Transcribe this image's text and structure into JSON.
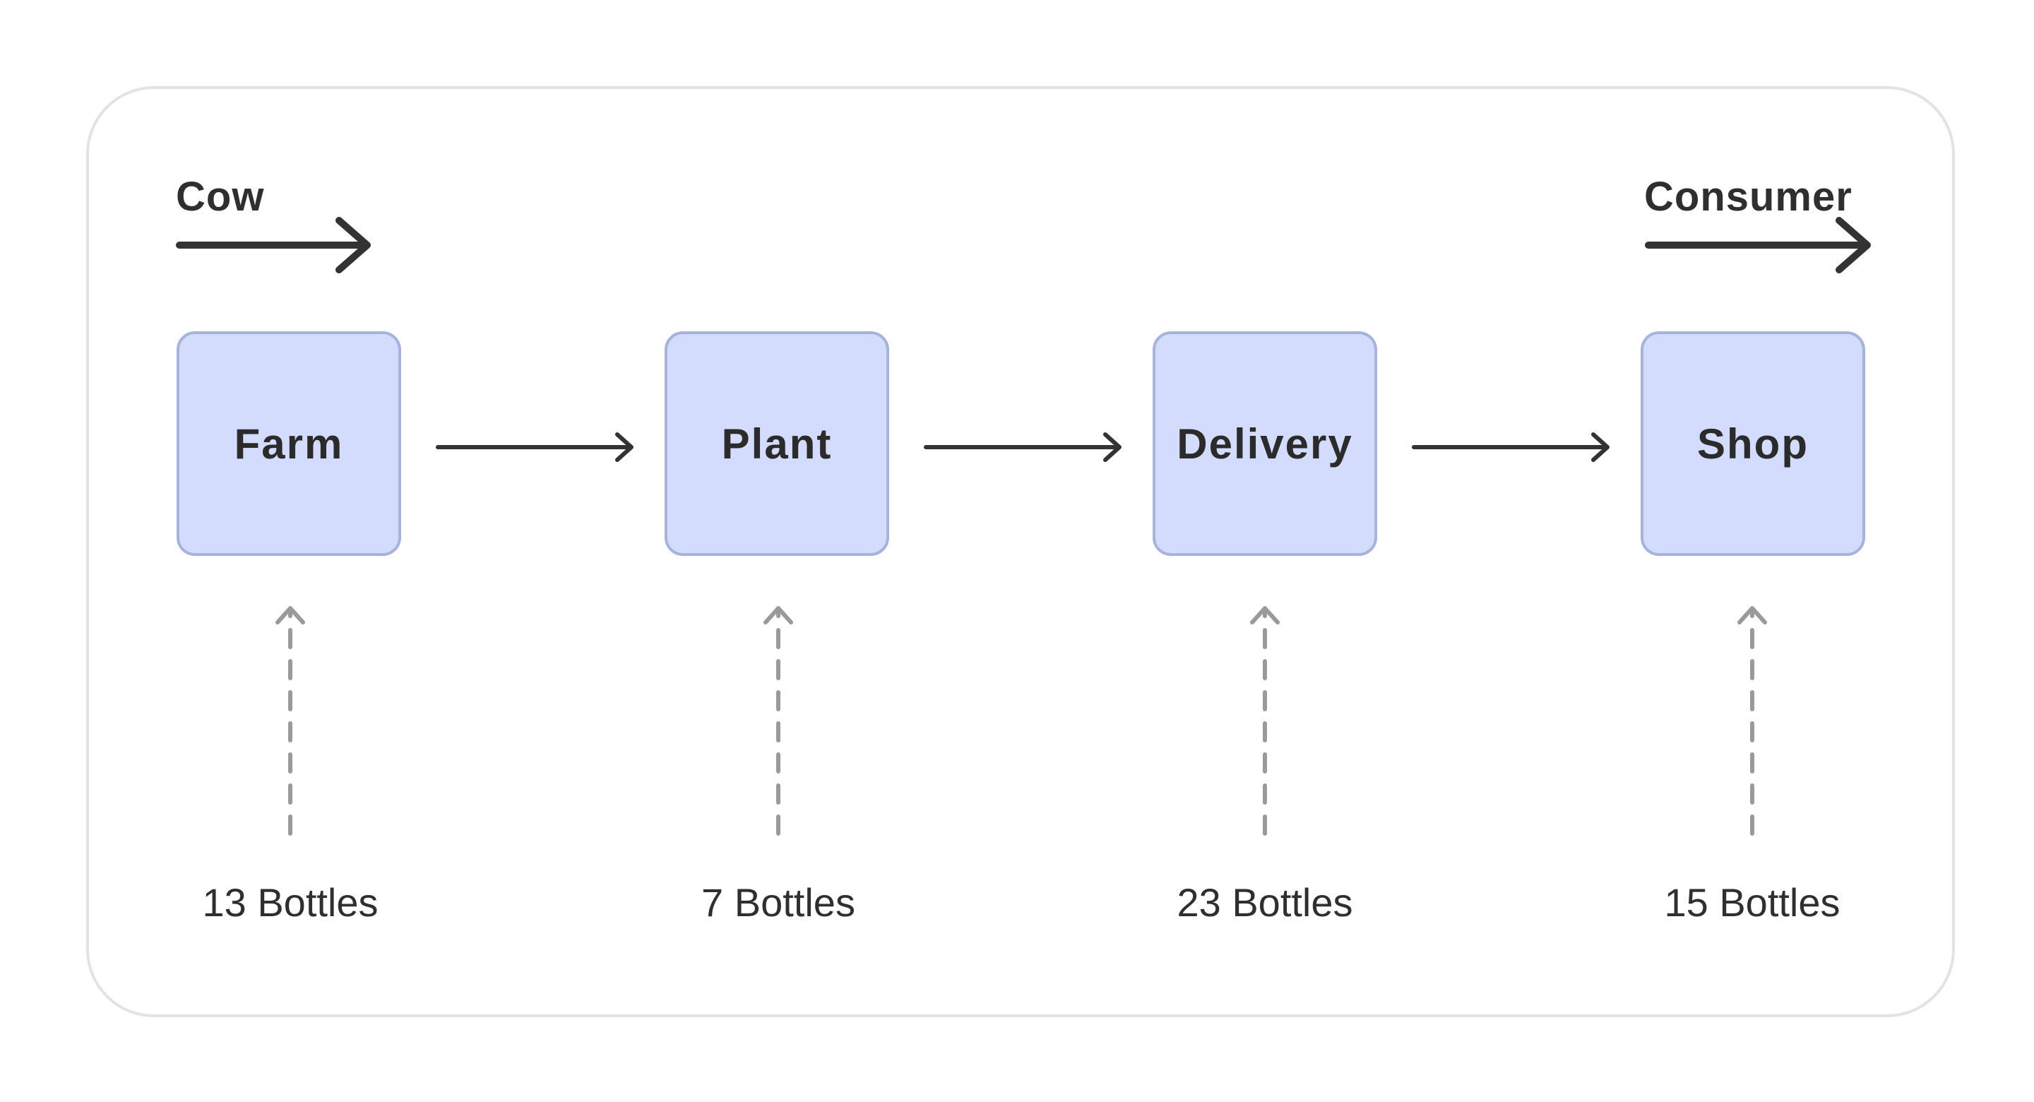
{
  "flow": {
    "start_label": "Cow",
    "end_label": "Consumer"
  },
  "stages": [
    {
      "label": "Farm",
      "count": "13 Bottles"
    },
    {
      "label": "Plant",
      "count": "7 Bottles"
    },
    {
      "label": "Delivery",
      "count": "23 Bottles"
    },
    {
      "label": "Shop",
      "count": "15 Bottles"
    }
  ],
  "colors": {
    "box_fill": "#d3dcfd",
    "box_border": "#a8b3dc",
    "arrow": "#333333",
    "dashed_arrow": "#9a9a9a",
    "frame_border": "#e3e3e3"
  }
}
